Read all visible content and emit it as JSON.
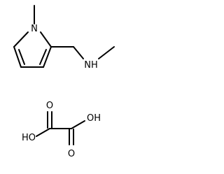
{
  "figure": {
    "molecules": [
      {
        "id": "amine-cation",
        "atoms": [
          {
            "id": "n1",
            "label": "N"
          },
          {
            "id": "nh",
            "label": "NH"
          }
        ]
      },
      {
        "id": "oxalic-acid",
        "atoms": [
          {
            "id": "o-left-dbl",
            "label": "O"
          },
          {
            "id": "o-right-dbl",
            "label": "O"
          },
          {
            "id": "ho-left",
            "label": "HO"
          },
          {
            "id": "oh-right",
            "label": "OH"
          }
        ]
      }
    ]
  }
}
